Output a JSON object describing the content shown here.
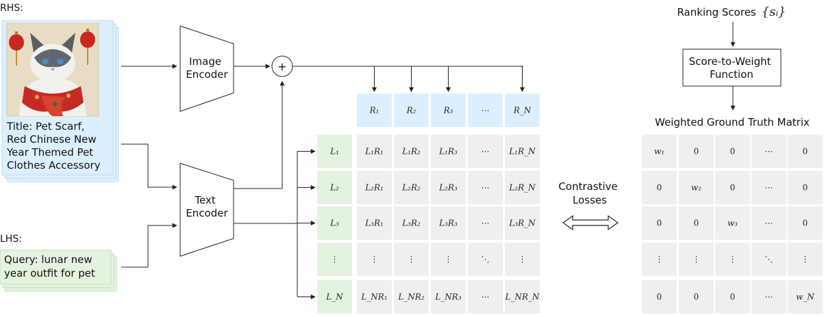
{
  "rhs": {
    "label": "RHS:",
    "title_lines": [
      "Title: Pet Scarf,",
      "Red Chinese New",
      "Year Themed Pet",
      "Clothes Accessory"
    ]
  },
  "lhs": {
    "label": "LHS:",
    "query_lines": [
      "Query: lunar new",
      "year outfit for pet"
    ]
  },
  "image_encoder": {
    "lines": [
      "Image",
      "Encoder"
    ]
  },
  "text_encoder": {
    "lines": [
      "Text",
      "Encoder"
    ]
  },
  "plus_symbol": "+",
  "r_headers": [
    "R₁",
    "R₂",
    "R₃",
    "⋯",
    "R_N"
  ],
  "l_headers": [
    "L₁",
    "L₂",
    "L₃",
    "⋮",
    "L_N"
  ],
  "sim_matrix": [
    [
      "L₁R₁",
      "L₁R₂",
      "L₁R₃",
      "⋯",
      "L₁R_N"
    ],
    [
      "L₂R₁",
      "L₂R₂",
      "L₂R₃",
      "⋯",
      "L₂R_N"
    ],
    [
      "L₃R₁",
      "L₃R₂",
      "L₃R₃",
      "⋯",
      "L₃R_N"
    ],
    [
      "⋮",
      "⋮",
      "⋮",
      "⋱",
      "⋮"
    ],
    [
      "L_NR₁",
      "L_NR₂",
      "L_NR₃",
      "⋯",
      "L_NR_N"
    ]
  ],
  "contrastive": {
    "lines": [
      "Contrastive",
      "Losses"
    ]
  },
  "ranking": {
    "text": "Ranking Scores",
    "symbol": "{sᵢ}"
  },
  "score_to_weight": {
    "lines": [
      "Score-to-Weight",
      "Function"
    ]
  },
  "weighted_title": "Weighted Ground Truth Matrix",
  "weight_matrix": [
    [
      "w₁",
      "0",
      "0",
      "⋯",
      "0"
    ],
    [
      "0",
      "w₂",
      "0",
      "⋯",
      "0"
    ],
    [
      "0",
      "0",
      "w₃",
      "⋯",
      "0"
    ],
    [
      "⋮",
      "⋮",
      "⋮",
      "⋱",
      "⋮"
    ],
    [
      "0",
      "0",
      "0",
      "⋯",
      "w_N"
    ]
  ],
  "colors": {
    "rhs_fill": "#dcefff",
    "lhs_fill": "#e3f3e0",
    "r_header_fill": "#dcefff",
    "l_header_fill": "#e3f3e0",
    "cell_fill": "#efefef",
    "stroke": "#222222"
  },
  "icons": {
    "image_thumbnail": "cat-in-red-scarf-image",
    "bidirectional_arrow": "double-headed-arrow-icon"
  }
}
